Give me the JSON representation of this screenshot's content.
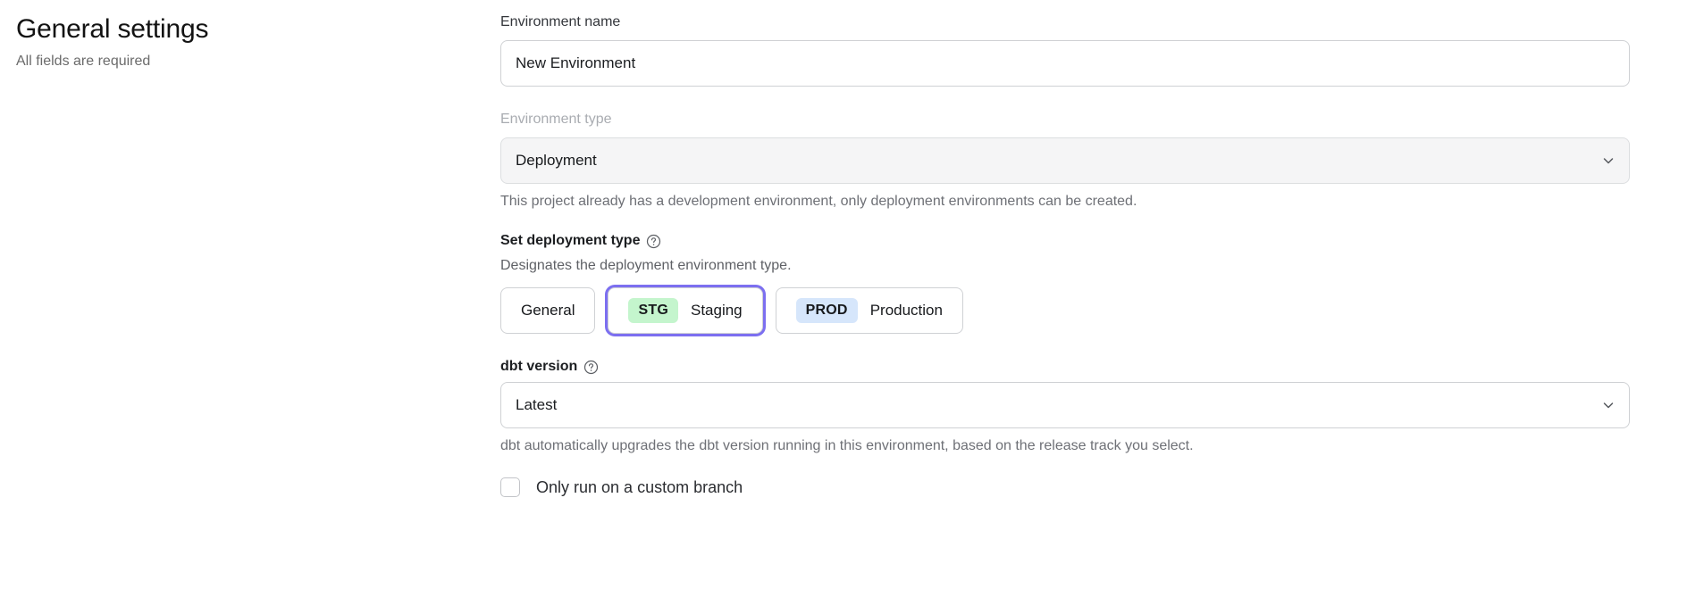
{
  "header": {
    "title": "General settings",
    "subtitle": "All fields are required"
  },
  "form": {
    "environment_name": {
      "label": "Environment name",
      "value": "New Environment",
      "placeholder": "Environment name"
    },
    "environment_type": {
      "label": "Environment type",
      "value": "Deployment",
      "help_text": "This project already has a development environment, only deployment environments can be created.",
      "disabled": true
    },
    "deployment_type": {
      "label": "Set deployment type",
      "help_icon": "question-circle-icon",
      "description": "Designates the deployment environment type.",
      "options": [
        {
          "id": "general",
          "badge": "",
          "label": "General",
          "selected": false,
          "badge_color": ""
        },
        {
          "id": "staging",
          "badge": "STG",
          "label": "Staging",
          "selected": true,
          "badge_color": "#c4f5cd"
        },
        {
          "id": "production",
          "badge": "PROD",
          "label": "Production",
          "selected": false,
          "badge_color": "#d6e6fb"
        }
      ],
      "selected_option": "Staging"
    },
    "dbt_version": {
      "label": "dbt version",
      "help_icon": "question-circle-icon",
      "value": "Latest",
      "help_text": "dbt automatically upgrades the dbt version running in this environment, based on the release track you select."
    },
    "custom_branch": {
      "label": "Only run on a custom branch",
      "checked": false
    }
  },
  "colors": {
    "focus_ring": "#7c6ff0",
    "staging_badge": "#c4f5cd",
    "production_badge": "#d6e6fb",
    "disabled_fill": "#f5f5f6"
  }
}
